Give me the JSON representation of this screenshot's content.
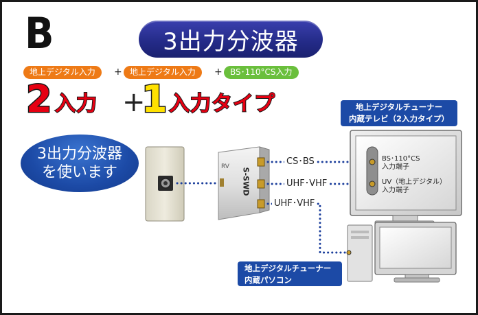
{
  "header": {
    "letter": "B",
    "title": "3出力分波器"
  },
  "inputs": {
    "tag1": "地上デジタル入力",
    "plus1": "+",
    "tag2": "地上デジタル入力",
    "plus2": "+",
    "tag3": "BS･110°CS入力"
  },
  "headline": {
    "num1": "2",
    "word1": "入力",
    "plus": "+",
    "num2": "1",
    "word2": "入力タイプ"
  },
  "bubble": {
    "line1": "3出力分波器",
    "line2": "を使います"
  },
  "splitter": {
    "brand": "S-SWD",
    "small_label": "RV"
  },
  "wires": {
    "cs_bs": "CS･BS",
    "uhf_vhf_1": "UHF･VHF",
    "uhf_vhf_2": "UHF･VHF"
  },
  "tv": {
    "label_line1": "地上デジタルチューナー",
    "label_line2": "内蔵テレビ（2入力タイプ）",
    "term1_line1": "BS･110°CS",
    "term1_line2": "入力端子",
    "term2_line1": "UV（地上デジタル）",
    "term2_line2": "入力端子"
  },
  "pc": {
    "label_line1": "地上デジタルチューナー",
    "label_line2": "内蔵パソコン"
  },
  "colors": {
    "title_bg": "#232a86",
    "tag_orange": "#ee7a16",
    "tag_green": "#6abf3c",
    "bubble_blue": "#1c4aa6",
    "headline_red": "#e60012",
    "headline_yellow": "#ffe100",
    "wire_blue": "#1c3f9c"
  }
}
